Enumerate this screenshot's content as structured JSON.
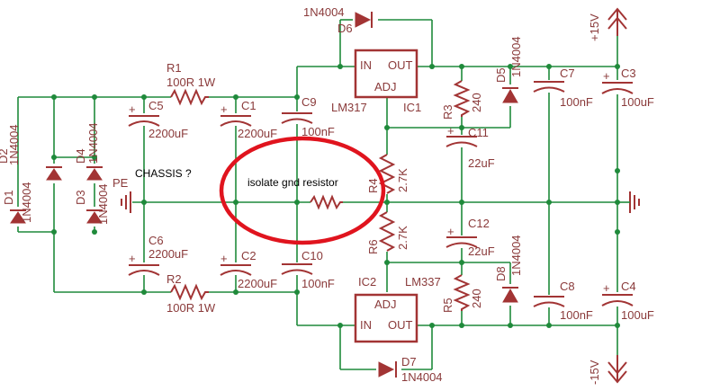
{
  "components": {
    "D2": {
      "ref": "D2",
      "value": "1N4004"
    },
    "D4": {
      "ref": "D4",
      "value": "1N4004"
    },
    "D1": {
      "ref": "D1",
      "value": "1N4004"
    },
    "D3": {
      "ref": "D3",
      "value": "1N4004"
    },
    "R1": {
      "ref": "R1",
      "value": "100R 1W"
    },
    "R2": {
      "ref": "R2",
      "value": "100R 1W"
    },
    "C5": {
      "ref": "C5",
      "value": "2200uF"
    },
    "C6": {
      "ref": "C6",
      "value": "2200uF"
    },
    "C1": {
      "ref": "C1",
      "value": "2200uF"
    },
    "C2": {
      "ref": "C2",
      "value": "2200uF"
    },
    "C9": {
      "ref": "C9",
      "value": "100nF"
    },
    "C10": {
      "ref": "C10",
      "value": "100nF"
    },
    "D6": {
      "ref": "D6",
      "value": "1N4004"
    },
    "D7": {
      "ref": "D7",
      "value": "1N4004"
    },
    "IC1": {
      "ref": "IC1",
      "value": "LM317",
      "pins": [
        "IN",
        "OUT",
        "ADJ"
      ]
    },
    "IC2": {
      "ref": "IC2",
      "value": "LM337",
      "pins": [
        "IN",
        "OUT",
        "ADJ"
      ]
    },
    "R3": {
      "ref": "R3",
      "value": "240"
    },
    "R5": {
      "ref": "R5",
      "value": "240"
    },
    "R4": {
      "ref": "R4",
      "value": "2.7K"
    },
    "R6": {
      "ref": "R6",
      "value": "2.7K"
    },
    "C11": {
      "ref": "C11",
      "value": "22uF"
    },
    "C12": {
      "ref": "C12",
      "value": "22uF"
    },
    "D5": {
      "ref": "D5",
      "value": "1N4004"
    },
    "D8": {
      "ref": "D8",
      "value": "1N4004"
    },
    "C7": {
      "ref": "C7",
      "value": "100nF"
    },
    "C8": {
      "ref": "C8",
      "value": "100nF"
    },
    "C3": {
      "ref": "C3",
      "value": "100uF"
    },
    "C4": {
      "ref": "C4",
      "value": "100uF"
    }
  },
  "rails": {
    "positive": "+15V",
    "negative": "-15V"
  },
  "pe": "PE",
  "annotations": {
    "chassis": "CHASSIS ?",
    "isolate": "isolate gnd resistor"
  },
  "colors": {
    "wire": "#1f8a3b",
    "part": "#a23434",
    "highlight": "#e0141e"
  }
}
